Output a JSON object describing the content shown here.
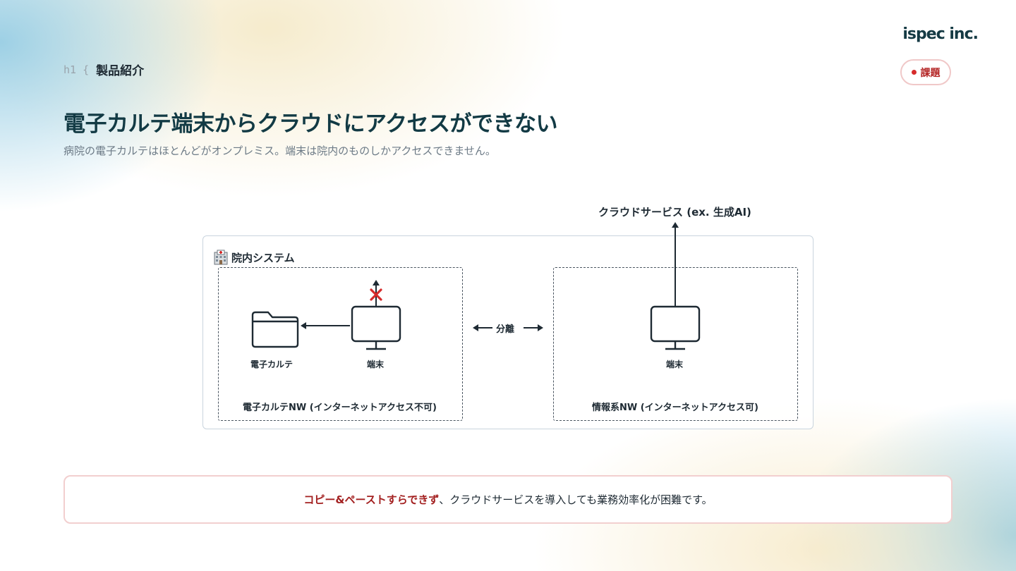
{
  "brand": {
    "logo_text": "ispec inc."
  },
  "header": {
    "tag_code": "h1 {",
    "section_title": "製品紹介"
  },
  "badge": {
    "label": "課題",
    "dot_color": "#d62b2b"
  },
  "slide": {
    "title": "電子カルテ端末からクラウドにアクセスができない",
    "subtitle": "病院の電子カルテはほとんどがオンプレミス。端末は院内のものしかアクセスできません。"
  },
  "diagram": {
    "cloud_label": "クラウドサービス (ex. 生成AI)",
    "system_label": "院内システム",
    "system_icon": "hospital-icon",
    "separation_label": "分離",
    "left_network": {
      "label": "電子カルテNW (インターネットアクセス不可)",
      "folder_label": "電子カルテ",
      "terminal_label": "端末",
      "blocked_marker": "×"
    },
    "right_network": {
      "label": "情報系NW (インターネットアクセス可)",
      "terminal_label": "端末"
    }
  },
  "callout": {
    "emphasis": "コピー&ペーストすらできず",
    "text": "、クラウドサービスを導入しても業務効率化が困難です。"
  },
  "colors": {
    "accent_red": "#d62b2b",
    "title_teal": "#123a44",
    "emphasis_red": "#a32020"
  }
}
